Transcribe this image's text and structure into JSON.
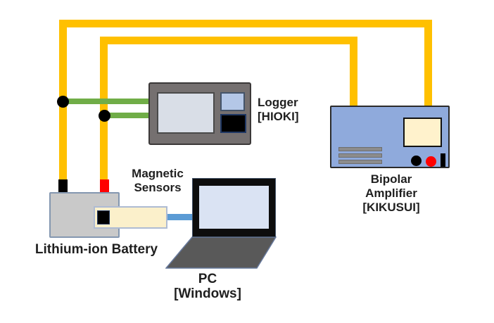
{
  "diagram": {
    "type": "experimental-setup-block-diagram",
    "labels": {
      "logger_line1": "Logger",
      "logger_line2": "[HIOKI]",
      "amp_line1": "Bipolar",
      "amp_line2": "Amplifier",
      "amp_line3": "[KIKUSUI]",
      "battery": "Lithium-ion Battery",
      "sensors_line1": "Magnetic",
      "sensors_line2": "Sensors",
      "pc_line1": "PC",
      "pc_line2": "[Windows]"
    },
    "colors": {
      "power_wire": "#FFC000",
      "sense_wire": "#70AD47",
      "data_cable": "#5B9BD5",
      "logger_body": "#757070",
      "amplifier_body": "#8FAADC",
      "battery_body": "#C9C9C9",
      "screen_cream": "#FFF2CC",
      "pc_screen": "#DAE3F3",
      "terminal_negative": "#000000",
      "terminal_positive": "#FF0000"
    },
    "connections": [
      {
        "from": "battery-negative-terminal",
        "to": "bipolar-amplifier",
        "via": "yellow power wire (outer loop)"
      },
      {
        "from": "battery-positive-terminal",
        "to": "bipolar-amplifier",
        "via": "yellow power wire (inner loop)"
      },
      {
        "from": "power-wire-junction-1",
        "to": "logger",
        "via": "green sense wire"
      },
      {
        "from": "power-wire-junction-2",
        "to": "logger",
        "via": "green sense wire"
      },
      {
        "from": "magnetic-sensors",
        "to": "pc",
        "via": "blue data cable"
      }
    ]
  }
}
